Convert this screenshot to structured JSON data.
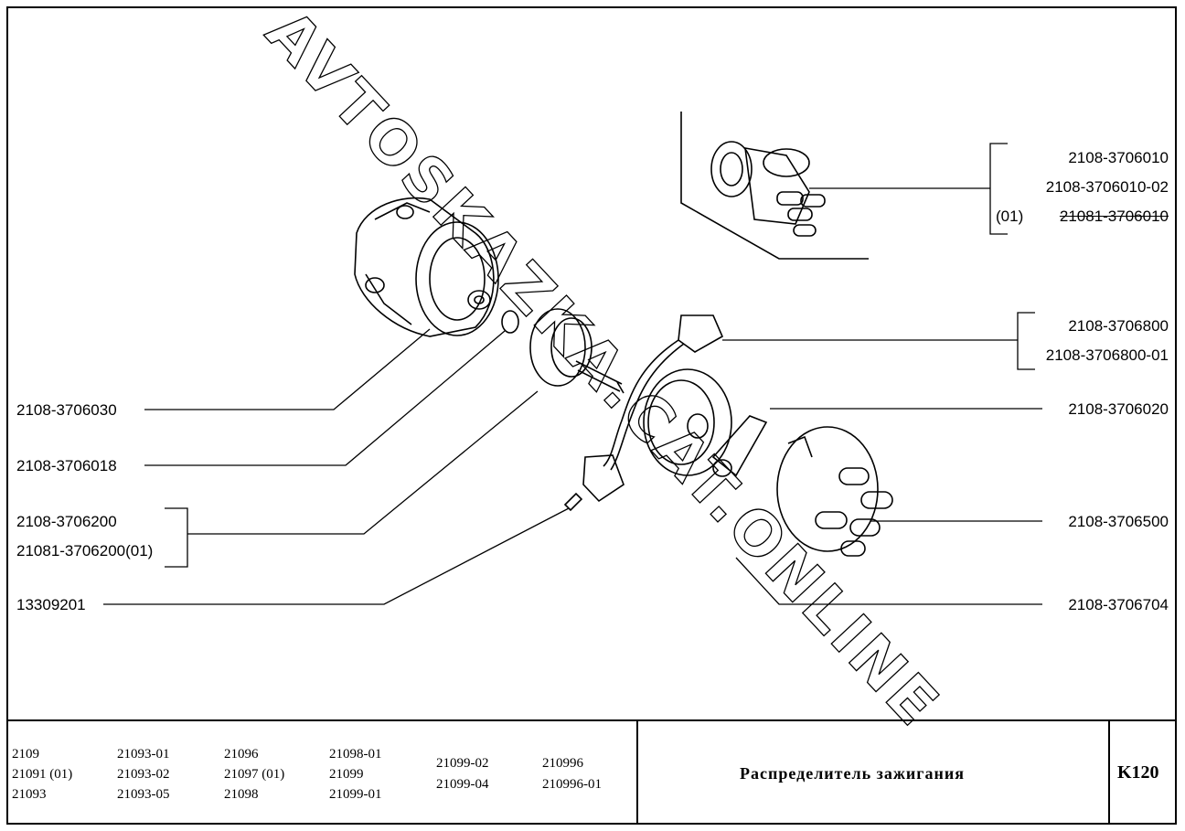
{
  "watermark": "AVTOSKAZKA.CAT.ONLINE",
  "callouts_left": {
    "housing": "2108-3706030",
    "oring": "2108-3706018",
    "shaft": "2108-3706200",
    "shaft_alt": "21081-3706200(01)",
    "screw": "13309201"
  },
  "callouts_right": {
    "assembly": "2108-3706010",
    "assembly_alt": "2108-3706010-02",
    "assembly_01_prefix": "(01)",
    "assembly_01": "21081-3706010",
    "sensor": "2108-3706800",
    "sensor_alt": "2108-3706800-01",
    "screen": "2108-3706020",
    "cap": "2108-3706500",
    "rotor": "2108-3706704"
  },
  "models": [
    [
      "2109",
      "21091 (01)",
      "21093"
    ],
    [
      "21093-01",
      "21093-02",
      "21093-05"
    ],
    [
      "21096",
      "21097 (01)",
      "21098"
    ],
    [
      "21098-01",
      "21099",
      "21099-01"
    ],
    [
      "21099-02",
      "21099-04"
    ],
    [
      "210996",
      "210996-01"
    ]
  ],
  "title": "Распределитель зажигания",
  "code": "K120"
}
